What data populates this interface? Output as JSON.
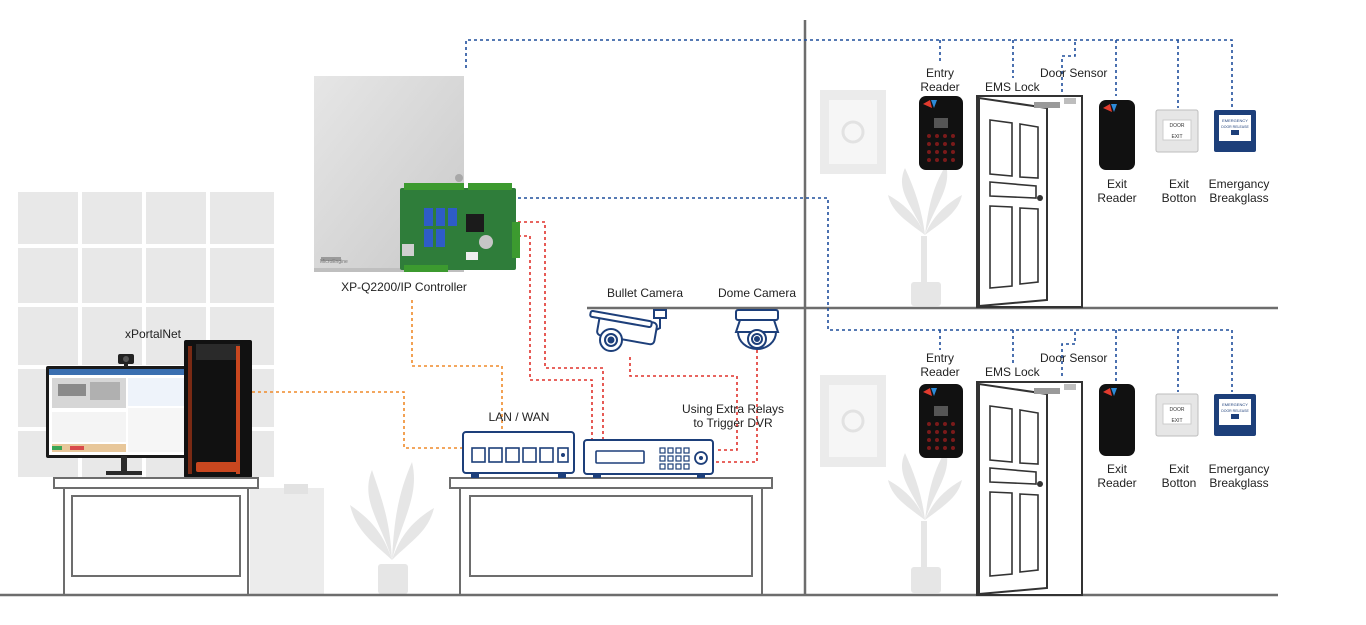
{
  "labels": {
    "software": "xPortalNet",
    "controller": "XP-Q2200/IP Controller",
    "network": "LAN / WAN",
    "bullet_camera": "Bullet Camera",
    "dome_camera": "Dome Camera",
    "relay_note_1": "Using Extra Relays",
    "relay_note_2": "to Trigger DVR",
    "brand": "MicroEngine"
  },
  "floors": [
    {
      "entry_reader_1": "Entry",
      "entry_reader_2": "Reader",
      "ems_lock": "EMS Lock",
      "door_sensor": "Door Sensor",
      "exit_reader_1": "Exit",
      "exit_reader_2": "Reader",
      "exit_button_1": "Exit",
      "exit_button_2": "Botton",
      "breakglass_1": "Emergancy",
      "breakglass_2": "Breakglass"
    },
    {
      "entry_reader_1": "Entry",
      "entry_reader_2": "Reader",
      "ems_lock": "EMS Lock",
      "door_sensor": "Door Sensor",
      "exit_reader_1": "Exit",
      "exit_reader_2": "Reader",
      "exit_button_1": "Exit",
      "exit_button_2": "Botton",
      "breakglass_1": "Emergancy",
      "breakglass_2": "Breakglass"
    }
  ],
  "device_text": {
    "exit_plate_1": "DOOR",
    "exit_plate_2": "EXIT",
    "breakglass_1": "EMERGENCY",
    "breakglass_2": "DOOR RELEASE"
  },
  "colors": {
    "wall": "#6d6d6d",
    "blue_wire": "#1f4e9c",
    "red_wire": "#e0322c",
    "orange_wire": "#ef8a2a",
    "device_blue": "#1d3f7a",
    "pcb_green": "#2f7d3a",
    "ghost": "#e4e4e4"
  }
}
